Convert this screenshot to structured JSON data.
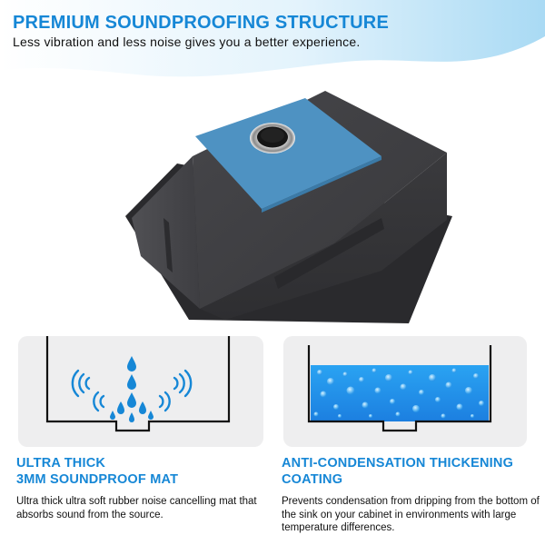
{
  "header": {
    "title": "PREMIUM SOUNDPROOFING STRUCTURE",
    "subtitle": "Less vibration and less noise gives you a better experience."
  },
  "product_image": {
    "icon": "sink-basin-with-blue-soundproof-pad"
  },
  "features": [
    {
      "title_line1": "ULTRA THICK",
      "title_line2": "3MM SOUNDPROOF MAT",
      "description": "Ultra thick ultra soft rubber noise cancelling mat that absorbs sound from the source.",
      "icon": "sound-waves-water-drops-icon"
    },
    {
      "title_line1": "ANTI-CONDENSATION THICKENING",
      "title_line2": "COATING",
      "description": "Prevents condensation from dripping from the bottom of the sink on your cabinet in environments with large temperature differences.",
      "icon": "blue-coating-bubbles-icon"
    }
  ],
  "colors": {
    "accent": "#1687d6",
    "panel_bg": "#eeeeef",
    "sink_body": "#3c3c3f",
    "mat_blue": "#4e92c2",
    "wave_blue": "#bfe3f7"
  }
}
